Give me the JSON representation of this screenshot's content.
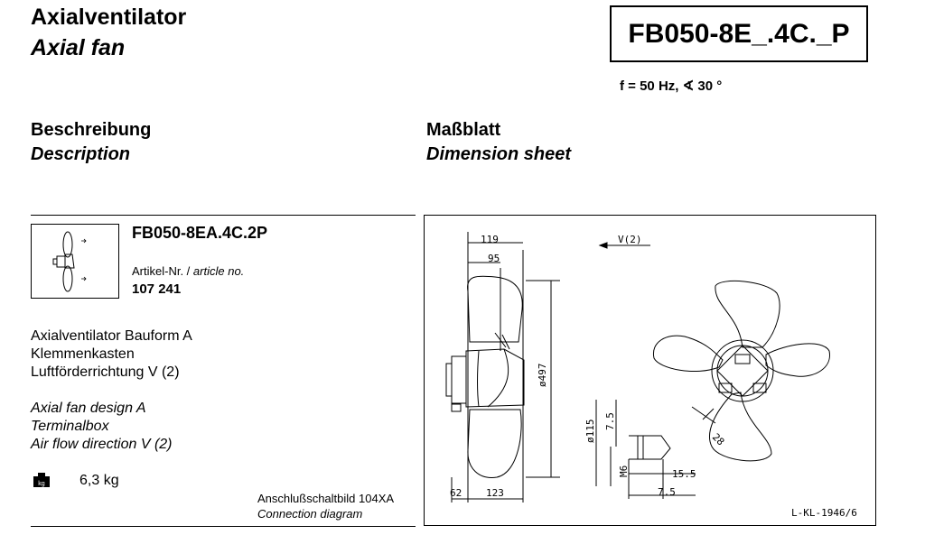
{
  "header": {
    "title_de": "Axialventilator",
    "title_en": "Axial fan",
    "model": "FB050-8E_.4C._P",
    "spec": "f = 50 Hz, ∢ 30 °"
  },
  "sections": {
    "description_de": "Beschreibung",
    "description_en": "Description",
    "dimension_de": "Maßblatt",
    "dimension_en": "Dimension sheet"
  },
  "product": {
    "code": "FB050-8EA.4C.2P",
    "article_label_de": "Artikel-Nr. /",
    "article_label_en": "article no.",
    "article_no": "107 241",
    "desc_de": [
      "Axialventilator Bauform A",
      "Klemmenkasten",
      "Luftförderrichtung V (2)"
    ],
    "desc_en": [
      "Axial fan design A",
      "Terminalbox",
      "Air flow direction V (2)"
    ],
    "weight_icon": "kg",
    "weight": "6,3 kg",
    "connection_de": "Anschlußschaltbild 104XA",
    "connection_en": "Connection diagram"
  },
  "drawing": {
    "dim_119": "119",
    "dim_95": "95",
    "dim_diameter": "ø497",
    "dim_62": "62",
    "dim_123": "123",
    "dim_115": "ø115",
    "dim_75a": "7.5",
    "dim_m6": "M6",
    "dim_155": "15.5",
    "dim_75b": "7.5",
    "dim_28": "28",
    "airflow": "V(2)",
    "drawing_no": "L-KL-1946/6"
  }
}
